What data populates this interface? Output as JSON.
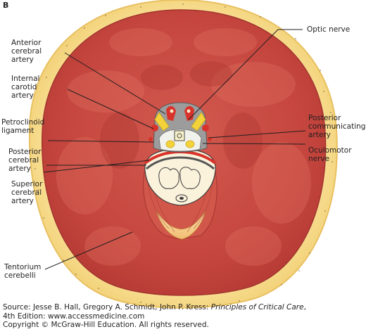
{
  "panel_letter": "B",
  "labels": {
    "anterior_cerebral_artery": "Anterior\ncerebral\nartery",
    "internal_carotid_artery": "Internal\ncarotid\nartery",
    "petroclinoid_ligament": "Petroclinoid\nligament",
    "posterior_cerebral_artery": "Posterior\ncerebral\nartery",
    "superior_cerebral_artery": "Superior\ncerebral\nartery",
    "tentorium_cerebelli": "Tentorium\ncerebelli",
    "optic_nerve": "Optic nerve",
    "posterior_communicating_artery": "Posterior\ncommunicating\nartery",
    "oculomotor_nerve": "Oculomotor\nnerve"
  },
  "credit": {
    "source_prefix": "Source: Jesse B. Hall, Gregory A. Schmidt, John P. Kress: ",
    "book_title": "Principles of Critical Care",
    "source_suffix": ",",
    "edition_line": "4th Edition: www.accessmedicine.com",
    "copyright_line": "Copyright © McGraw-Hill Education. All rights reserved."
  },
  "colors": {
    "skull": "#f6d98a",
    "dura": "#c9453f",
    "tentorium": "#f3c07e",
    "artery": "#d8332a",
    "nerve": "#f3d23a"
  }
}
